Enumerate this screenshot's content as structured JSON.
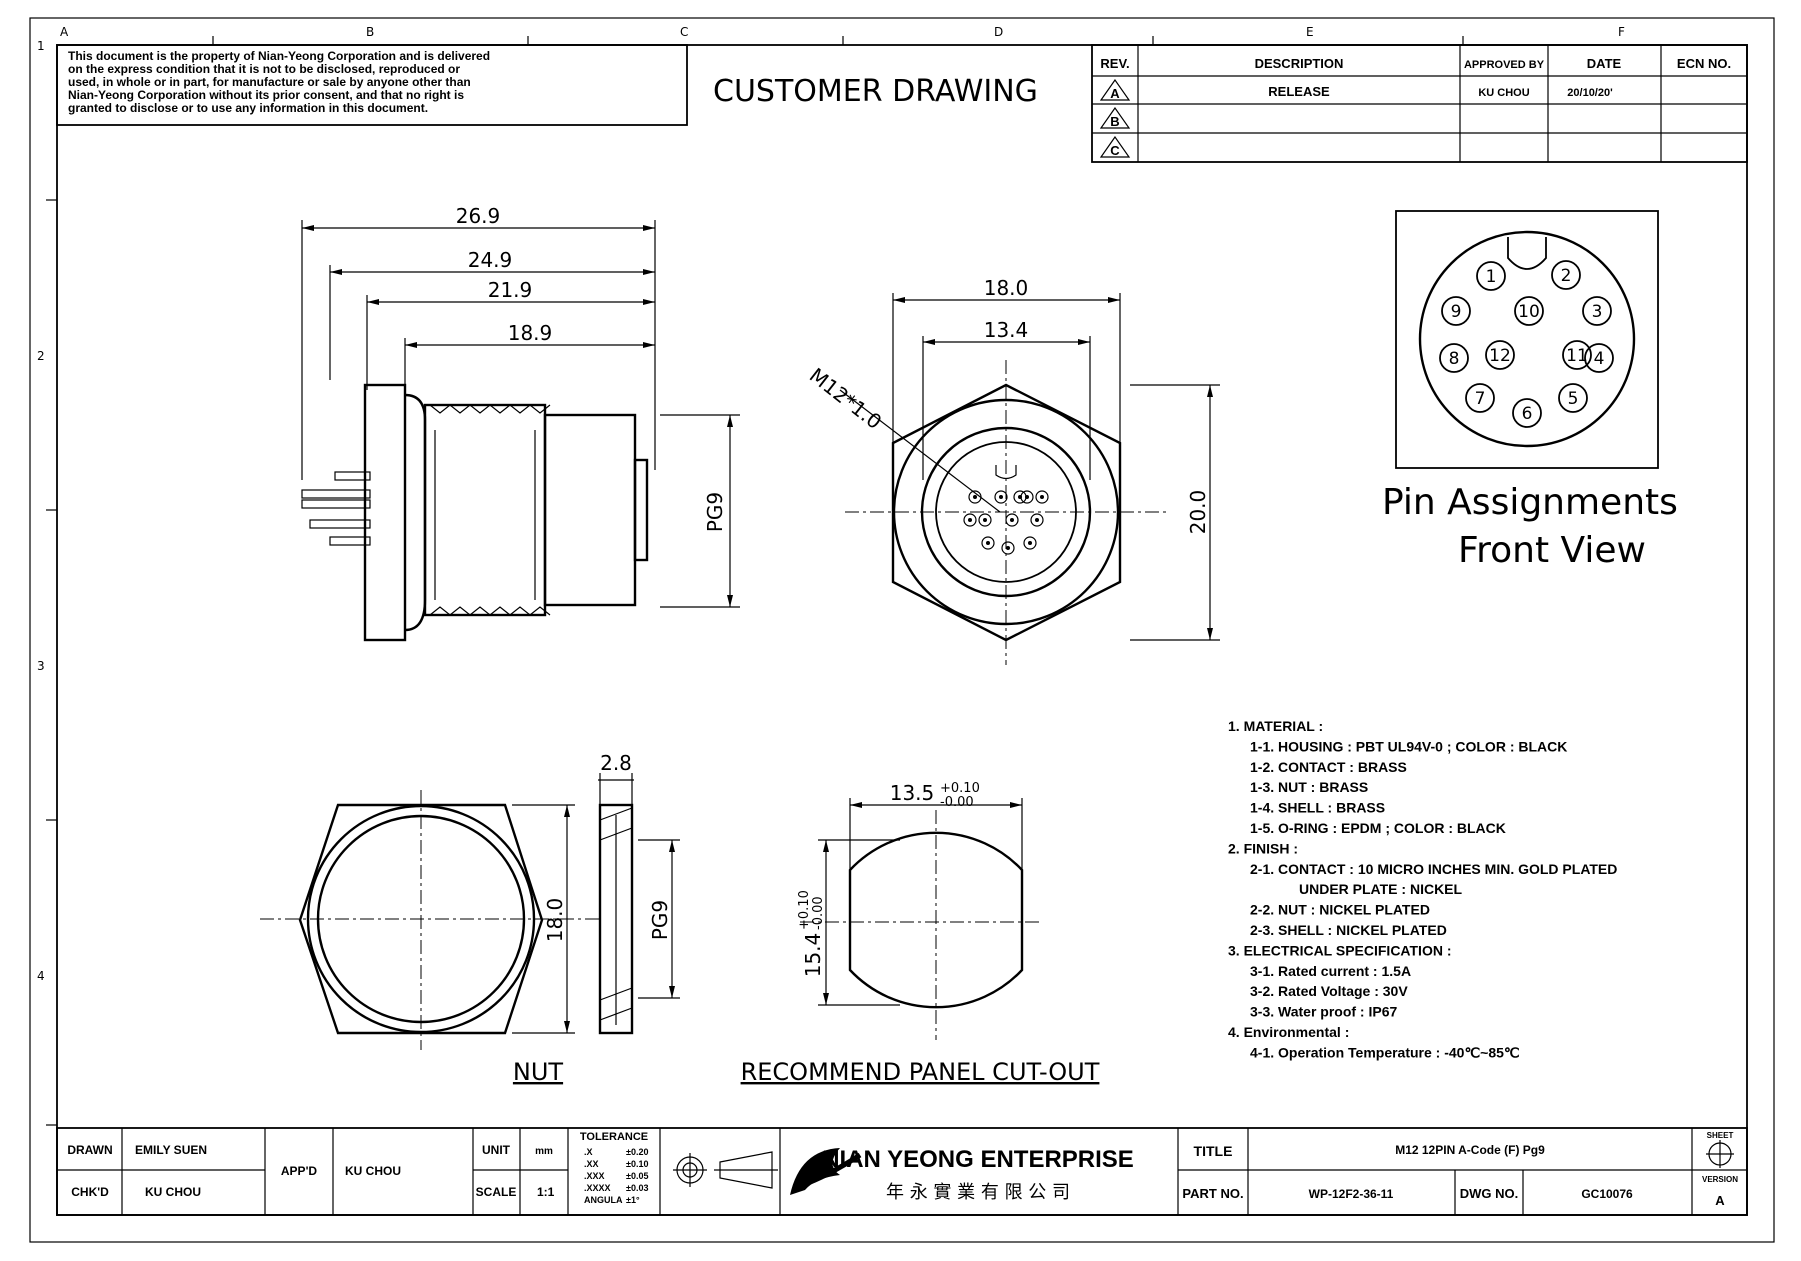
{
  "border": {
    "column_labels": [
      "A",
      "B",
      "C",
      "D",
      "E",
      "F"
    ],
    "row_labels": [
      "1",
      "2",
      "3",
      "4"
    ]
  },
  "disclaimer": [
    "This document is the property of Nian-Yeong Corporation and is delivered",
    "on  the  express condition that it is not to be disclosed, reproduced or",
    "used, in whole or in part, for manufacture or sale by anyone other than",
    "Nian-Yeong Corporation without  its prior consent, and that  no right  is",
    "granted to disclose or to use any information in this  document."
  ],
  "heading": "CUSTOMER  DRAWING",
  "revision_table": {
    "headers": [
      "REV.",
      "DESCRIPTION",
      "APPROVED BY",
      "DATE",
      "ECN NO."
    ],
    "rows": [
      {
        "rev": "A",
        "description": "RELEASE",
        "approved_by": "KU CHOU",
        "date": "20/10/20'",
        "ecn": ""
      },
      {
        "rev": "B",
        "description": "",
        "approved_by": "",
        "date": "",
        "ecn": ""
      },
      {
        "rev": "C",
        "description": "",
        "approved_by": "",
        "date": "",
        "ecn": ""
      }
    ]
  },
  "side_view": {
    "dims": [
      "26.9",
      "24.9",
      "21.9",
      "18.9"
    ],
    "thread_label": "PG9"
  },
  "front_view": {
    "dims": [
      "18.0",
      "13.4",
      "20.0"
    ],
    "thread_label": "M12*1.0"
  },
  "pin_view": {
    "pins": [
      "1",
      "2",
      "3",
      "4",
      "5",
      "6",
      "7",
      "8",
      "9",
      "10",
      "11",
      "12"
    ],
    "caption_line1": "Pin Assignments",
    "caption_line2": "Front View"
  },
  "nut_view": {
    "dims": [
      "18.0",
      "2.8"
    ],
    "thread_label": "PG9",
    "caption": "NUT"
  },
  "cutout_view": {
    "width_dim": "13.5",
    "width_tol_upper": "+0.10",
    "width_tol_lower": "-0.00",
    "height_dim": "15.4",
    "height_tol_upper": "+0.10",
    "height_tol_lower": "-0.00",
    "caption": "RECOMMEND  PANEL  CUT-OUT"
  },
  "notes": [
    "1.  MATERIAL  :",
    "1-1.  HOUSING  :  PBT  UL94V-0  ;  COLOR  :  BLACK",
    "1-2.  CONTACT  :  BRASS",
    "1-3.  NUT  :  BRASS",
    "1-4.  SHELL  :  BRASS",
    "1-5.  O-RING  :  EPDM  ;  COLOR  :  BLACK",
    "2.  FINISH  :",
    "2-1.  CONTACT  :  10  MICRO  INCHES  MIN.  GOLD  PLATED",
    "UNDER  PLATE  :  NICKEL",
    "2-2.  NUT  :  NICKEL  PLATED",
    "2-3.  SHELL  :  NICKEL  PLATED",
    "3.  ELECTRICAL  SPECIFICATION  :",
    "3-1.  Rated  current  :  1.5A",
    "3-2.  Rated  Voltage  :  30V",
    "3-3.  Water  proof  :  IP67",
    "4.  Environmental  :",
    "4-1.  Operation  Temperature  :  -40℃~85℃"
  ],
  "title_block": {
    "drawn_label": "DRAWN",
    "drawn_value": "EMILY SUEN",
    "chkd_label": "CHK'D",
    "chkd_value": "KU CHOU",
    "appd_label": "APP'D",
    "appd_value": "KU CHOU",
    "unit_label": "UNIT",
    "unit_value": "mm",
    "scale_label": "SCALE",
    "scale_value": "1:1",
    "tolerance_title": "TOLERANCE",
    "tolerance_rows": [
      {
        "fmt": ".X",
        "val": "±0.20"
      },
      {
        "fmt": ".XX",
        "val": "±0.10"
      },
      {
        "fmt": ".XXX",
        "val": "±0.05"
      },
      {
        "fmt": ".XXXX",
        "val": "±0.03"
      },
      {
        "fmt": "ANGULA",
        "val": "±1°"
      }
    ],
    "company_name": "NIAN YEONG ENTERPRISE",
    "company_chinese": "年 永 實 業 有 限 公 司",
    "title_label": "TITLE",
    "title_value": "M12 12PIN A-Code (F) Pg9",
    "part_label": "PART NO.",
    "part_value": "WP-12F2-36-11",
    "dwg_label": "DWG NO.",
    "dwg_value": "GC10076",
    "sheet_label": "SHEET",
    "version_label": "VERSION",
    "version_value": "A"
  }
}
